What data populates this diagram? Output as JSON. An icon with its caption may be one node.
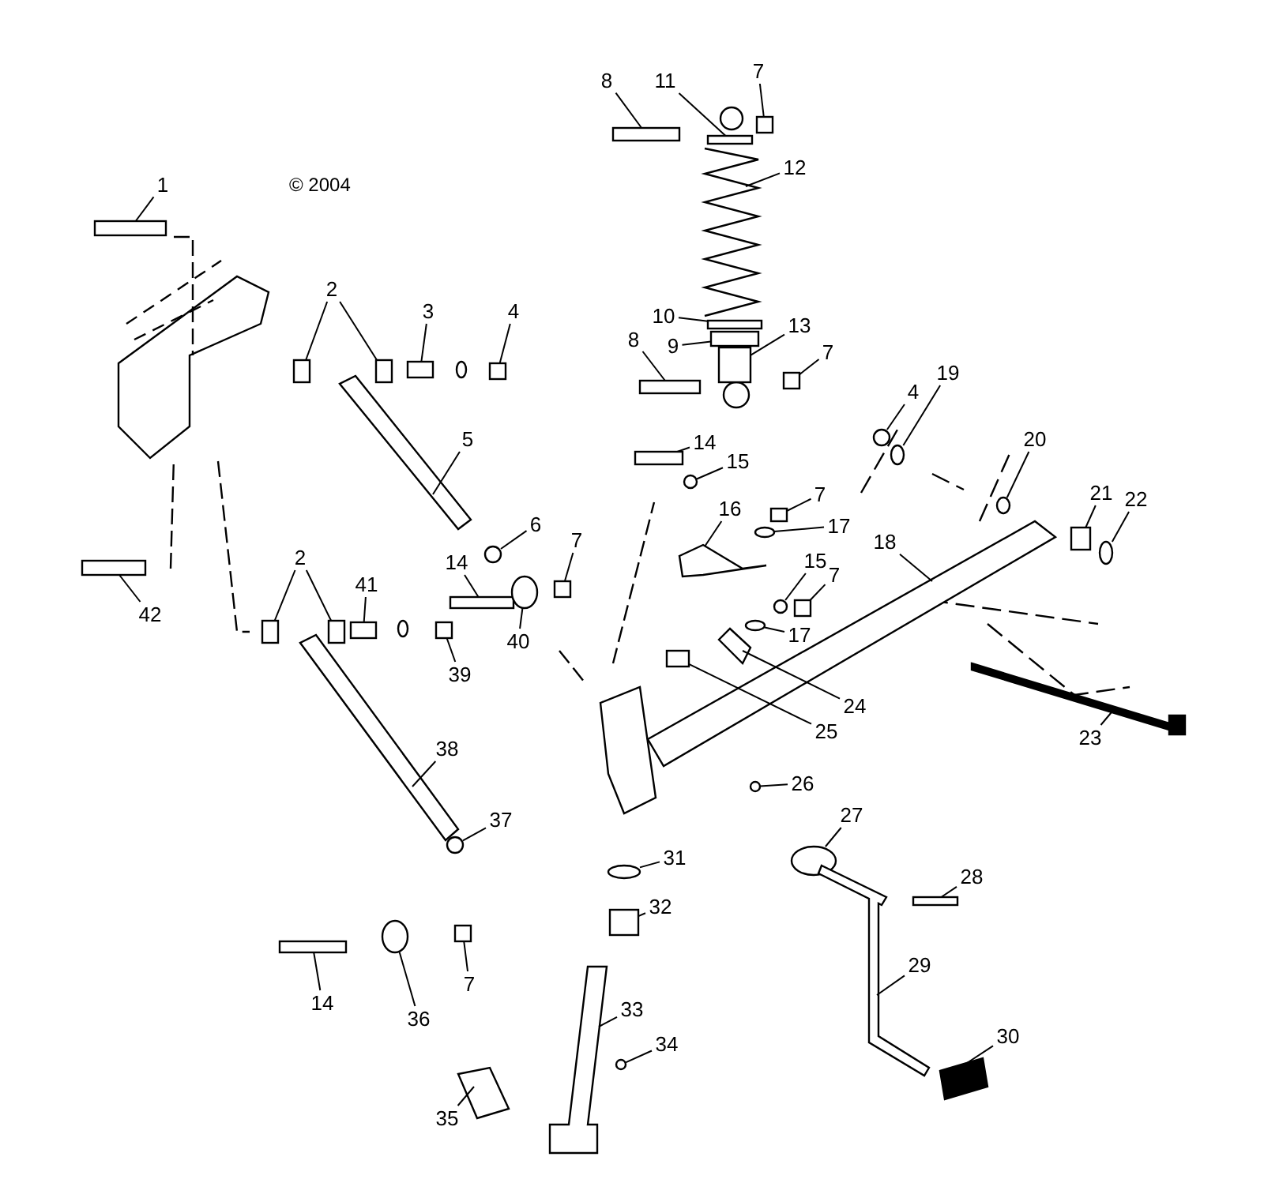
{
  "diagram": {
    "nodes": [
      {
        "text": [
          "1"
        ]
      },
      {
        "text": [
          "2"
        ]
      },
      {
        "text": [
          "3"
        ]
      },
      {
        "text": [
          "4"
        ]
      },
      {
        "text": [
          "5"
        ]
      },
      {
        "text": [
          "6"
        ]
      },
      {
        "text": [
          "7"
        ]
      },
      {
        "text": [
          "8"
        ]
      },
      {
        "text": [
          "11"
        ]
      },
      {
        "text": [
          "7"
        ]
      },
      {
        "text": [
          "12"
        ]
      },
      {
        "text": [
          "10"
        ]
      },
      {
        "text": [
          "9"
        ]
      },
      {
        "text": [
          "13"
        ]
      },
      {
        "text": [
          "8"
        ]
      },
      {
        "text": [
          "7"
        ]
      },
      {
        "text": [
          "14"
        ]
      },
      {
        "text": [
          "15"
        ]
      },
      {
        "text": [
          "4"
        ]
      },
      {
        "text": [
          "19"
        ]
      },
      {
        "text": [
          "20"
        ]
      },
      {
        "text": [
          "7"
        ]
      },
      {
        "text": [
          "17"
        ]
      },
      {
        "text": [
          "16"
        ]
      },
      {
        "text": [
          "15"
        ]
      },
      {
        "text": [
          "7"
        ]
      },
      {
        "text": [
          "17"
        ]
      },
      {
        "text": [
          "18"
        ]
      },
      {
        "text": [
          "21"
        ]
      },
      {
        "text": [
          "22"
        ]
      },
      {
        "text": [
          "2"
        ]
      },
      {
        "text": [
          "41"
        ]
      },
      {
        "text": [
          "14"
        ]
      },
      {
        "text": [
          "40"
        ]
      },
      {
        "text": [
          "39"
        ]
      },
      {
        "text": [
          "42"
        ]
      },
      {
        "text": [
          "38"
        ]
      },
      {
        "text": [
          "37"
        ]
      },
      {
        "text": [
          "23"
        ]
      },
      {
        "text": [
          "24"
        ]
      },
      {
        "text": [
          "25"
        ]
      },
      {
        "text": [
          "26"
        ]
      },
      {
        "text": [
          "27"
        ]
      },
      {
        "text": [
          "28"
        ]
      },
      {
        "text": [
          "29"
        ]
      },
      {
        "text": [
          "30"
        ]
      },
      {
        "text": [
          "31"
        ]
      },
      {
        "text": [
          "32"
        ]
      },
      {
        "text": [
          "33"
        ]
      },
      {
        "text": [
          "34"
        ]
      },
      {
        "text": [
          "35"
        ]
      },
      {
        "text": [
          "36"
        ]
      },
      {
        "text": [
          "14"
        ]
      },
      {
        "text": [
          "7"
        ]
      },
      {
        "text": [],
        "shape": "box"
      },
      {
        "text": [],
        "shape": "box"
      },
      {
        "text": [],
        "shape": "box"
      },
      {
        "text": [],
        "shape": "box"
      },
      {
        "text": [],
        "shape": "box"
      },
      {
        "text": [],
        "shape": "picture"
      },
      {
        "text": [],
        "shape": "circle"
      },
      {
        "text": [],
        "shape": "box"
      },
      {
        "text": [],
        "shape": "box"
      },
      {
        "text": [],
        "shape": "box"
      },
      {
        "text": [],
        "shape": "box"
      },
      {
        "text": [],
        "shape": "picture"
      },
      {
        "text": [],
        "shape": "box"
      },
      {
        "text": [],
        "shape": "box"
      },
      {
        "text": [],
        "shape": "box"
      },
      {
        "text": [],
        "shape": "box"
      },
      {
        "text": [],
        "shape": "box"
      },
      {
        "text": [],
        "shape": "box"
      },
      {
        "text": [],
        "shape": "circle"
      },
      {
        "text": [],
        "shape": "circle"
      },
      {
        "text": [],
        "shape": "circle"
      },
      {
        "text": [],
        "shape": "circle"
      },
      {
        "text": [],
        "shape": "box"
      },
      {
        "text": [],
        "shape": "circle"
      },
      {
        "text": [],
        "shape": "picture"
      },
      {
        "text": [],
        "shape": "circle"
      },
      {
        "text": [],
        "shape": "box"
      },
      {
        "text": [],
        "shape": "circle"
      },
      {
        "text": [],
        "shape": "picture"
      },
      {
        "text": [],
        "shape": "box"
      },
      {
        "text": [],
        "shape": "circle"
      },
      {
        "text": [],
        "shape": "box"
      },
      {
        "text": [],
        "shape": "box"
      },
      {
        "text": [],
        "shape": "box"
      },
      {
        "text": [],
        "shape": "box"
      },
      {
        "text": [],
        "shape": "circle"
      },
      {
        "text": [],
        "shape": "box"
      },
      {
        "text": [],
        "shape": "box"
      },
      {
        "text": [],
        "shape": "picture"
      },
      {
        "text": [],
        "shape": "circle"
      },
      {
        "text": [],
        "shape": "picture"
      },
      {
        "text": [],
        "shape": "picture"
      },
      {
        "text": [],
        "shape": "box"
      },
      {
        "text": [],
        "shape": "circle"
      },
      {
        "text": [],
        "shape": "circle"
      },
      {
        "text": [],
        "shape": "box"
      },
      {
        "text": [],
        "shape": "picture"
      },
      {
        "text": [],
        "shape": "picture"
      },
      {
        "text": [],
        "shape": "circle"
      },
      {
        "text": [],
        "shape": "box"
      },
      {
        "text": [],
        "shape": "picture"
      },
      {
        "text": [],
        "shape": "circle"
      },
      {
        "text": [],
        "shape": "picture"
      },
      {
        "text": [],
        "shape": "circle"
      },
      {
        "text": [],
        "shape": "box"
      },
      {
        "text": [],
        "shape": "box"
      }
    ],
    "edges": [
      {
        "from": 0,
        "to": 54,
        "arrow": "none"
      },
      {
        "from": 1,
        "to": 55,
        "arrow": "none"
      },
      {
        "from": 1,
        "to": 56,
        "arrow": "none"
      },
      {
        "from": 2,
        "to": 57,
        "arrow": "none"
      },
      {
        "from": 3,
        "to": 58,
        "arrow": "none"
      },
      {
        "from": 4,
        "to": 59,
        "arrow": "none"
      },
      {
        "from": 5,
        "to": 60,
        "arrow": "none"
      },
      {
        "from": 6,
        "to": 61,
        "arrow": "none"
      },
      {
        "from": 7,
        "to": 62,
        "arrow": "none"
      },
      {
        "from": 8,
        "to": 63,
        "arrow": "none"
      },
      {
        "from": 9,
        "to": 64,
        "arrow": "none"
      },
      {
        "from": 10,
        "to": 65,
        "arrow": "none"
      },
      {
        "from": 11,
        "to": 66,
        "arrow": "none"
      },
      {
        "from": 12,
        "to": 67,
        "arrow": "none"
      },
      {
        "from": 13,
        "to": 68,
        "arrow": "none"
      },
      {
        "from": 14,
        "to": 69,
        "arrow": "none"
      },
      {
        "from": 15,
        "to": 70,
        "arrow": "none"
      },
      {
        "from": 16,
        "to": 71,
        "arrow": "none"
      },
      {
        "from": 17,
        "to": 72,
        "arrow": "none"
      },
      {
        "from": 18,
        "to": 73,
        "arrow": "none"
      },
      {
        "from": 19,
        "to": 74,
        "arrow": "none"
      },
      {
        "from": 20,
        "to": 75,
        "arrow": "none"
      },
      {
        "from": 21,
        "to": 76,
        "arrow": "none"
      },
      {
        "from": 22,
        "to": 77,
        "arrow": "none"
      },
      {
        "from": 23,
        "to": 78,
        "arrow": "none"
      },
      {
        "from": 24,
        "to": 79,
        "arrow": "none"
      },
      {
        "from": 25,
        "to": 80,
        "arrow": "none"
      },
      {
        "from": 26,
        "to": 81,
        "arrow": "none"
      },
      {
        "from": 27,
        "to": 82,
        "arrow": "none"
      },
      {
        "from": 28,
        "to": 83,
        "arrow": "none"
      },
      {
        "from": 29,
        "to": 84,
        "arrow": "none"
      },
      {
        "from": 30,
        "to": 85,
        "arrow": "none"
      },
      {
        "from": 30,
        "to": 86,
        "arrow": "none"
      },
      {
        "from": 31,
        "to": 87,
        "arrow": "none"
      },
      {
        "from": 32,
        "to": 88,
        "arrow": "none"
      },
      {
        "from": 33,
        "to": 89,
        "arrow": "none"
      },
      {
        "from": 34,
        "to": 90,
        "arrow": "none"
      },
      {
        "from": 35,
        "to": 91,
        "arrow": "none"
      },
      {
        "from": 36,
        "to": 92,
        "arrow": "none"
      },
      {
        "from": 37,
        "to": 93,
        "arrow": "none"
      },
      {
        "from": 38,
        "to": 94,
        "arrow": "none"
      },
      {
        "from": 39,
        "to": 95,
        "arrow": "none"
      },
      {
        "from": 40,
        "to": 96,
        "arrow": "none"
      },
      {
        "from": 41,
        "to": 97,
        "arrow": "none"
      },
      {
        "from": 42,
        "to": 98,
        "arrow": "none"
      },
      {
        "from": 43,
        "to": 99,
        "arrow": "none"
      },
      {
        "from": 44,
        "to": 100,
        "arrow": "none"
      },
      {
        "from": 45,
        "to": 101,
        "arrow": "none"
      },
      {
        "from": 46,
        "to": 102,
        "arrow": "none"
      },
      {
        "from": 47,
        "to": 103,
        "arrow": "none"
      },
      {
        "from": 48,
        "to": 104,
        "arrow": "none"
      },
      {
        "from": 49,
        "to": 105,
        "arrow": "none"
      },
      {
        "from": 50,
        "to": 106,
        "arrow": "none"
      },
      {
        "from": 51,
        "to": 107,
        "arrow": "none"
      },
      {
        "from": 52,
        "to": 108,
        "arrow": "none"
      },
      {
        "from": 53,
        "to": 109,
        "arrow": "none"
      }
    ],
    "labels": [
      "© 2004"
    ]
  }
}
